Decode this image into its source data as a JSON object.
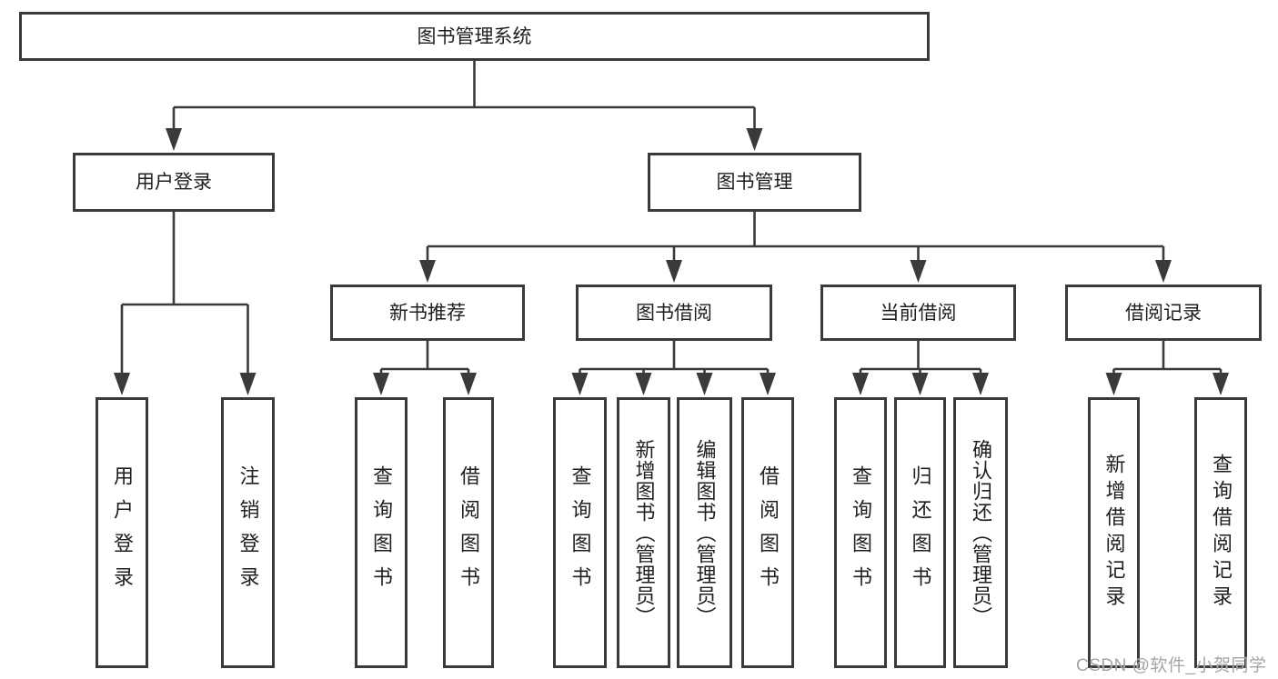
{
  "title": "图书管理系统",
  "watermark": {
    "text": "CSDN @软件_小贺同学"
  },
  "colors": {
    "line": "#3a3a3a",
    "text": "#1f1f1f",
    "watermark": "#a5a5a5",
    "background": "#ffffff"
  },
  "tree": {
    "id": "root",
    "label": "图书管理系统",
    "children": [
      {
        "id": "user-login",
        "label": "用户登录",
        "children": [
          {
            "id": "user-login-leaf",
            "label": "用户登录"
          },
          {
            "id": "logout",
            "label": "注销登录"
          }
        ]
      },
      {
        "id": "book-mgmt",
        "label": "图书管理",
        "children": [
          {
            "id": "new-rec",
            "label": "新书推荐",
            "children": [
              {
                "id": "nr-query",
                "label": "查询图书"
              },
              {
                "id": "nr-borrow",
                "label": "借阅图书"
              }
            ]
          },
          {
            "id": "borrowing",
            "label": "图书借阅",
            "children": [
              {
                "id": "bb-query",
                "label": "查询图书"
              },
              {
                "id": "bb-add",
                "label": "新增图书（管理员）"
              },
              {
                "id": "bb-edit",
                "label": "编辑图书（管理员）"
              },
              {
                "id": "bb-borrow",
                "label": "借阅图书"
              }
            ]
          },
          {
            "id": "current",
            "label": "当前借阅",
            "children": [
              {
                "id": "cb-query",
                "label": "查询图书"
              },
              {
                "id": "cb-return",
                "label": "归还图书"
              },
              {
                "id": "cb-confirm",
                "label": "确认归还（管理员）"
              }
            ]
          },
          {
            "id": "records",
            "label": "借阅记录",
            "children": [
              {
                "id": "rec-add",
                "label": "新增借阅记录"
              },
              {
                "id": "rec-query",
                "label": "查询借阅记录"
              }
            ]
          }
        ]
      }
    ]
  }
}
